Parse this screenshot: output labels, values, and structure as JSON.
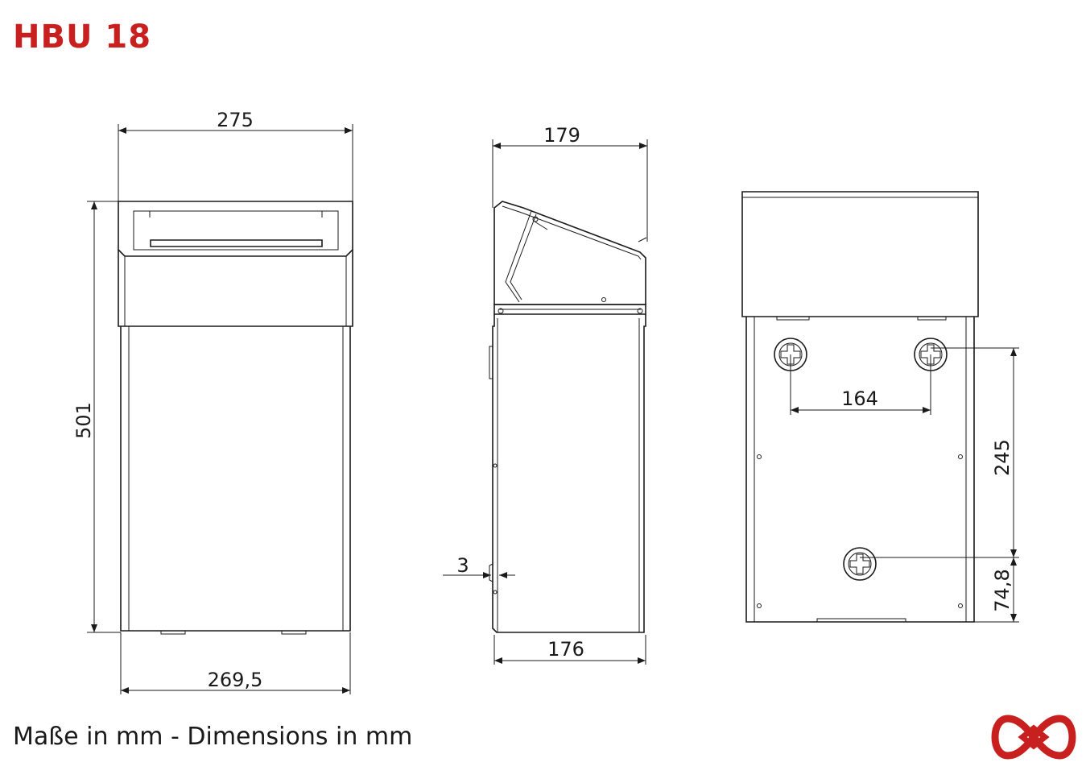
{
  "title": "HBU 18",
  "footer": "Maße in mm - Dimensions in mm",
  "accent_color": "#c8201e",
  "logo_icon": "infinity-loop-logo-icon",
  "dimensions": {
    "front_width_top": "275",
    "front_height": "501",
    "front_width_bottom": "269,5",
    "side_depth_top": "179",
    "side_depth_bottom": "176",
    "side_offset": "3",
    "back_hole_spacing_horizontal": "164",
    "back_hole_spacing_vertical": "245",
    "back_hole_bottom_offset": "74,8"
  }
}
